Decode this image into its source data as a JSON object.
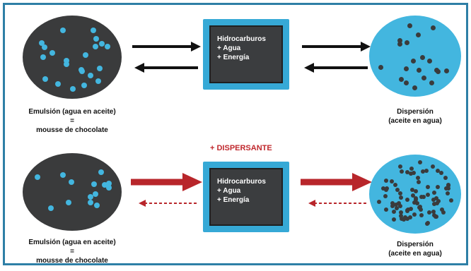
{
  "colors": {
    "frame": "#2e7fa6",
    "dark": "#3a3b3c",
    "blue": "#43b6df",
    "red": "#b8262b",
    "black": "#111111"
  },
  "box": {
    "line1": "Hidrocarburos",
    "line2": "+ Agua",
    "line3": "+ Energía"
  },
  "top": {
    "left_label_1": "Emulsión (agua en aceite)",
    "left_label_2": "=",
    "left_label_3": "mousse de chocolate",
    "right_label_1": "Dispersión",
    "right_label_2": "(aceite en agua)"
  },
  "bottom": {
    "additive": "+ DISPERSANTE",
    "left_label_1": "Emulsión (agua en aceite)",
    "left_label_2": "=",
    "left_label_3": "mousse de chocolate",
    "right_label_1": "Dispersión",
    "right_label_2": "(aceite en agua)"
  }
}
